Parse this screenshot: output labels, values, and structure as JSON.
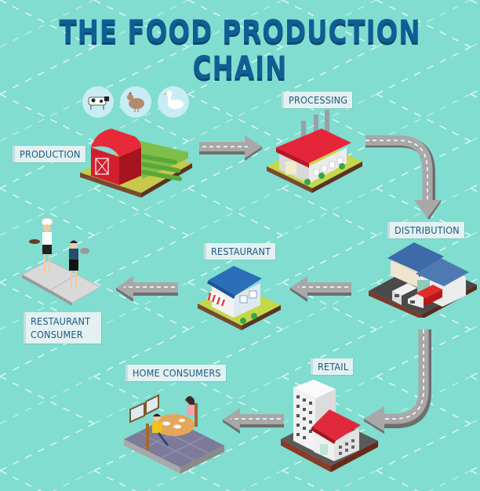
{
  "title": "THE FOOD PRODUCTION CHAIN",
  "colors": {
    "background": "#80ddd0",
    "title": "#0f5f95",
    "label_bg": "#e3f1f2",
    "label_text": "#1e5681",
    "road": "#a9a9a9",
    "road_dash": "#ffffff",
    "roof_red": "#e0293a",
    "roof_blue": "#2a6fb8"
  },
  "stages": [
    {
      "id": "production",
      "label": "PRODUCTION",
      "icon": "barn-with-crops-icon",
      "animals": [
        "cow-icon",
        "chicken-icon",
        "duck-icon"
      ]
    },
    {
      "id": "processing",
      "label": "PROCESSING",
      "icon": "factory-icon"
    },
    {
      "id": "distribution",
      "label": "DISTRIBUTION",
      "icon": "warehouse-with-trucks-icon"
    },
    {
      "id": "restaurant",
      "label": "RESTAURANT",
      "icon": "restaurant-building-icon"
    },
    {
      "id": "restaurant_consumer",
      "label": "RESTAURANT CONSUMER",
      "line1": "RESTAURANT",
      "line2": "CONSUMER",
      "icon": "chef-and-waiter-icon"
    },
    {
      "id": "retail",
      "label": "RETAIL",
      "icon": "retail-building-icon"
    },
    {
      "id": "home_consumers",
      "label": "HOME CONSUMERS",
      "icon": "family-dining-icon"
    }
  ],
  "flow": [
    {
      "from": "production",
      "to": "processing",
      "direction": "right"
    },
    {
      "from": "processing",
      "to": "distribution",
      "direction": "right-then-down"
    },
    {
      "from": "distribution",
      "to": "restaurant",
      "direction": "left"
    },
    {
      "from": "restaurant",
      "to": "restaurant_consumer",
      "direction": "left"
    },
    {
      "from": "distribution",
      "to": "retail",
      "direction": "down-then-left"
    },
    {
      "from": "retail",
      "to": "home_consumers",
      "direction": "left"
    }
  ]
}
